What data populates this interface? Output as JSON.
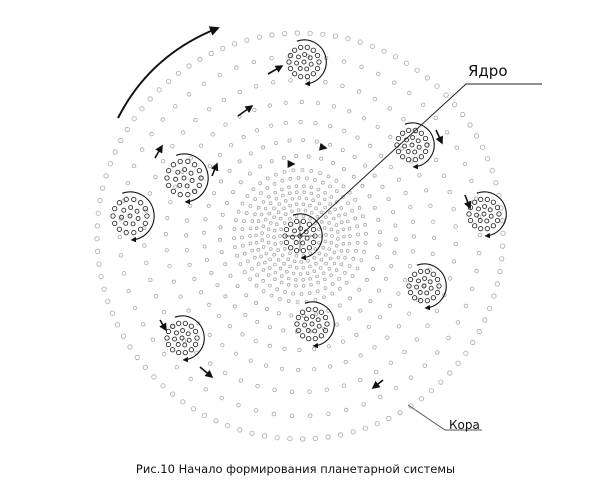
{
  "labels": {
    "core": "Ядро",
    "crust": "Кора"
  },
  "caption": "Рис.10  Начало формирования планетарной системы",
  "colors": {
    "ink": "#333333",
    "dots": "#aaaaaa",
    "background": "#ffffff"
  },
  "icons": {
    "cluster": "atom-cluster-icon",
    "rotation": "rotation-arrow-icon",
    "motion": "motion-arrow-icon"
  }
}
